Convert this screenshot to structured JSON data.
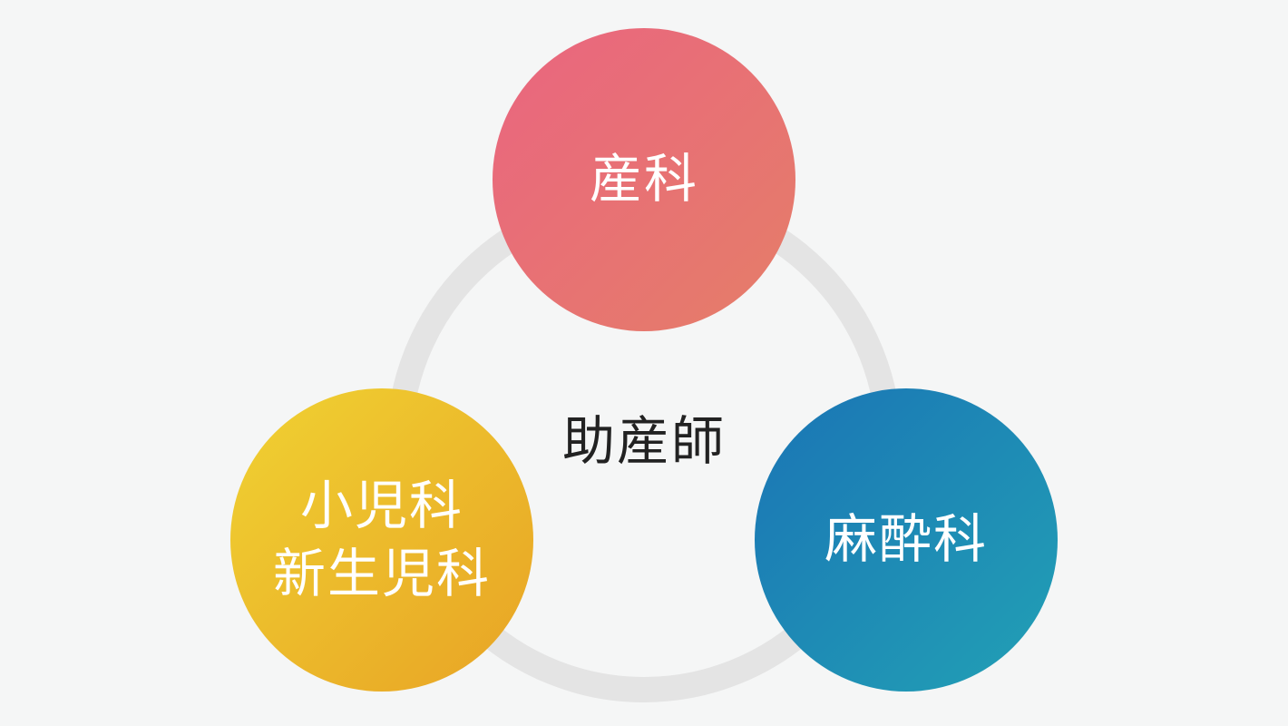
{
  "diagram": {
    "center": {
      "label": "助産師"
    },
    "ring_color": "#e4e4e4",
    "nodes": [
      {
        "id": "top",
        "lines": [
          "産科"
        ],
        "gradient": [
          "#ea6580",
          "#e57e68"
        ]
      },
      {
        "id": "left",
        "lines": [
          "小児科",
          "新生児科"
        ],
        "gradient": [
          "#f0d232",
          "#e8a325"
        ]
      },
      {
        "id": "right",
        "lines": [
          "麻酔科"
        ],
        "gradient": [
          "#1a74b5",
          "#22a1b5"
        ]
      }
    ]
  }
}
